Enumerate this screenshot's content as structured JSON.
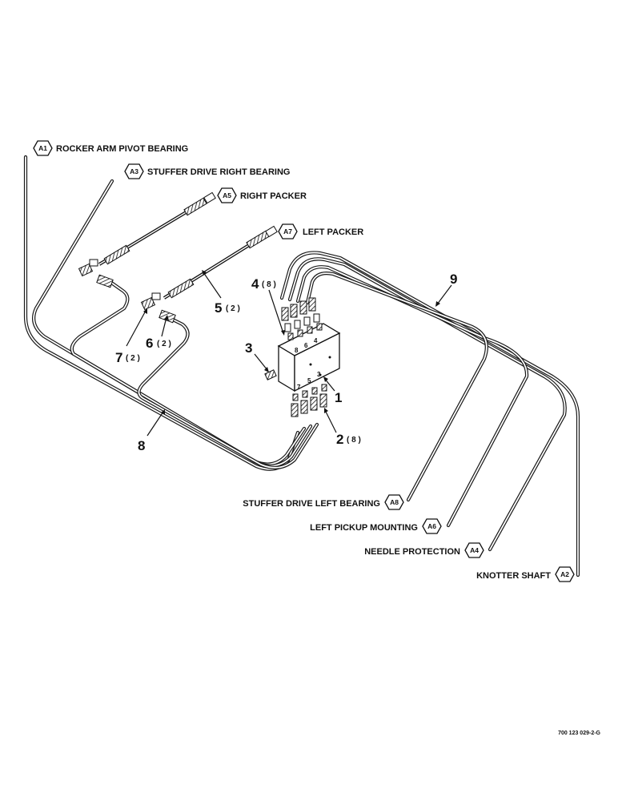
{
  "callouts": {
    "a1": {
      "tag": "A1",
      "label": "ROCKER ARM PIVOT BEARING"
    },
    "a3": {
      "tag": "A3",
      "label": "STUFFER DRIVE RIGHT BEARING"
    },
    "a5": {
      "tag": "A5",
      "label": "RIGHT PACKER"
    },
    "a7": {
      "tag": "A7",
      "label": "LEFT PACKER"
    },
    "a8": {
      "tag": "A8",
      "label": "STUFFER DRIVE LEFT BEARING"
    },
    "a6": {
      "tag": "A6",
      "label": "LEFT PICKUP MOUNTING"
    },
    "a4": {
      "tag": "A4",
      "label": "NEEDLE PROTECTION"
    },
    "a2": {
      "tag": "A2",
      "label": "KNOTTER SHAFT"
    }
  },
  "parts": {
    "p1": {
      "num": "1",
      "qty": ""
    },
    "p2": {
      "num": "2",
      "qty": "( 8 )"
    },
    "p3": {
      "num": "3",
      "qty": ""
    },
    "p4": {
      "num": "4",
      "qty": "( 8 )"
    },
    "p5": {
      "num": "5",
      "qty": "( 2 )"
    },
    "p6": {
      "num": "6",
      "qty": "( 2 )"
    },
    "p7": {
      "num": "7",
      "qty": "( 2 )"
    },
    "p8": {
      "num": "8",
      "qty": ""
    },
    "p9": {
      "num": "9",
      "qty": ""
    }
  },
  "block_ports": [
    "8",
    "6",
    "4",
    "7",
    "5",
    "3"
  ],
  "drawing_number": "700 123 029-2-G"
}
